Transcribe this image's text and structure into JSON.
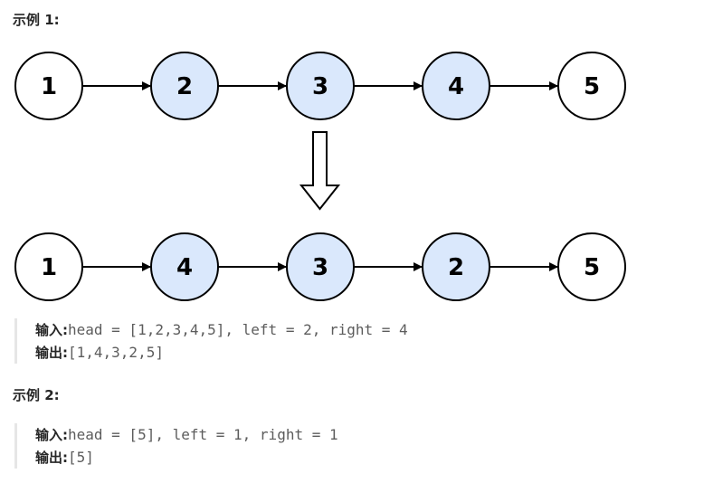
{
  "example1": {
    "heading": "示例 1:",
    "before": [
      "1",
      "2",
      "3",
      "4",
      "5"
    ],
    "after": [
      "1",
      "4",
      "3",
      "2",
      "5"
    ],
    "highlighted_positions": [
      2,
      3,
      4
    ],
    "colors": {
      "highlight_fill": "#dae8fc",
      "plain_fill": "#ffffff",
      "stroke": "#000000"
    },
    "input_label": "输入:",
    "input_value": "head = [1,2,3,4,5], left = 2, right = 4",
    "output_label": "输出:",
    "output_value": "[1,4,3,2,5]"
  },
  "example2": {
    "heading": "示例 2:",
    "input_label": "输入:",
    "input_value": "head = [5], left = 1, right = 1",
    "output_label": "输出:",
    "output_value": "[5]"
  }
}
